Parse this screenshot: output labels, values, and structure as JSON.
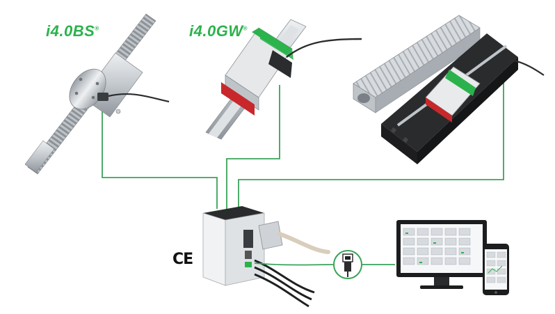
{
  "products": {
    "ballscrew": {
      "brand_label": "i4.0BS"
    },
    "guideway": {
      "brand_label": "i4.0GW"
    },
    "actuator": {}
  },
  "controller": {
    "certification_mark": "CE"
  },
  "colors": {
    "brand_green": "#2bb24c",
    "connector_line": "#3aa35a",
    "aluminum": "#c9ced3",
    "black": "#1d1d1d",
    "red": "#c8282c"
  },
  "icons": [
    "usb-dongle-icon",
    "monitor-icon",
    "smartphone-icon"
  ]
}
